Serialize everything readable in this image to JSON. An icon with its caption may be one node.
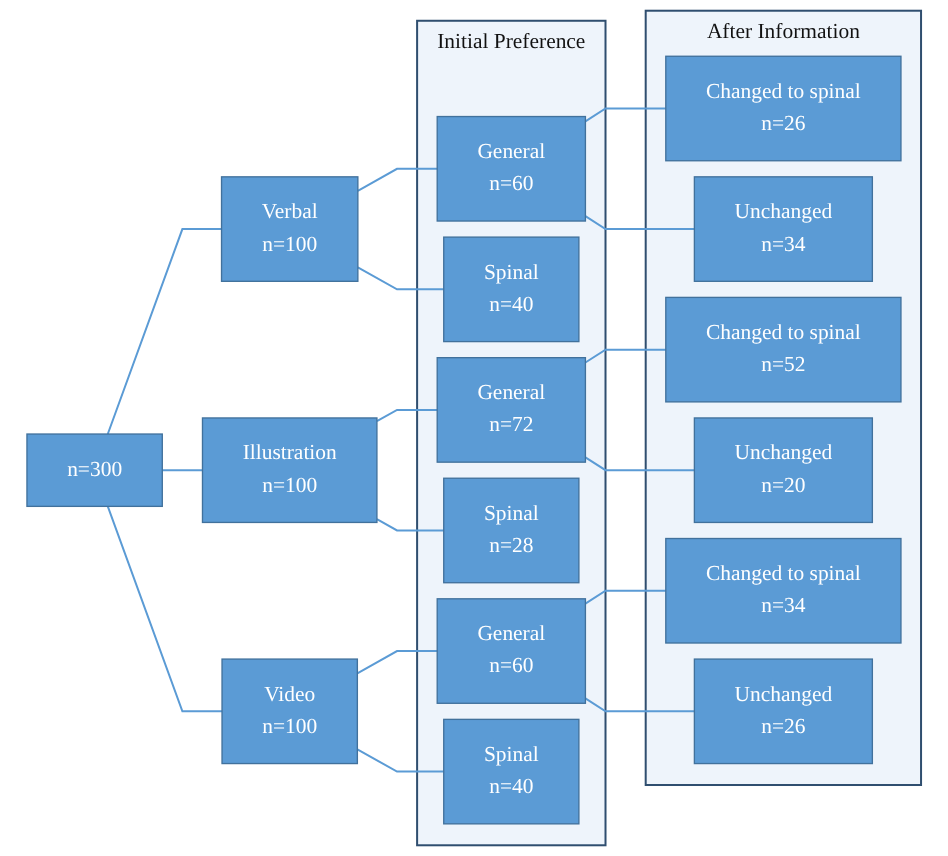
{
  "diagram": {
    "nodes": [
      {
        "text": [
          "n=300"
        ]
      },
      {
        "text": [
          "Verbal",
          "n=100"
        ]
      },
      {
        "text": [
          "Illustration",
          "n=100"
        ]
      },
      {
        "text": [
          "Video",
          "n=100"
        ]
      },
      {
        "text": [
          "Initial Preference"
        ]
      },
      {
        "text": [
          "General",
          "n=60"
        ],
        "in": 4
      },
      {
        "text": [
          "Spinal",
          "n=40"
        ],
        "in": 4
      },
      {
        "text": [
          "General",
          "n=72"
        ],
        "in": 4
      },
      {
        "text": [
          "Spinal",
          "n=28"
        ],
        "in": 4
      },
      {
        "text": [
          "General",
          "n=60"
        ],
        "in": 4
      },
      {
        "text": [
          "Spinal",
          "n=40"
        ],
        "in": 4
      },
      {
        "text": [
          "After Information"
        ]
      },
      {
        "text": [
          "Changed to spinal",
          "n=26"
        ],
        "in": 11
      },
      {
        "text": [
          "Unchanged",
          "n=34"
        ],
        "in": 11
      },
      {
        "text": [
          "Changed to spinal",
          "n=52"
        ],
        "in": 11
      },
      {
        "text": [
          "Unchanged",
          "n=20"
        ],
        "in": 11
      },
      {
        "text": [
          "Changed to spinal",
          "n=34"
        ],
        "in": 11
      },
      {
        "text": [
          "Unchanged",
          "n=26"
        ],
        "in": 11
      }
    ],
    "edges": [
      {
        "from": 0,
        "to": 1,
        "arrow": "none"
      },
      {
        "from": 0,
        "to": 2,
        "arrow": "none"
      },
      {
        "from": 0,
        "to": 3,
        "arrow": "none"
      },
      {
        "from": 1,
        "to": 5,
        "arrow": "none"
      },
      {
        "from": 1,
        "to": 6,
        "arrow": "none"
      },
      {
        "from": 2,
        "to": 7,
        "arrow": "none"
      },
      {
        "from": 2,
        "to": 8,
        "arrow": "none"
      },
      {
        "from": 3,
        "to": 9,
        "arrow": "none"
      },
      {
        "from": 3,
        "to": 10,
        "arrow": "none"
      },
      {
        "from": 5,
        "to": 12,
        "arrow": "none"
      },
      {
        "from": 5,
        "to": 13,
        "arrow": "none"
      },
      {
        "from": 7,
        "to": 14,
        "arrow": "none"
      },
      {
        "from": 7,
        "to": 15,
        "arrow": "none"
      },
      {
        "from": 9,
        "to": 16,
        "arrow": "none"
      },
      {
        "from": 9,
        "to": 17,
        "arrow": "none"
      }
    ]
  }
}
